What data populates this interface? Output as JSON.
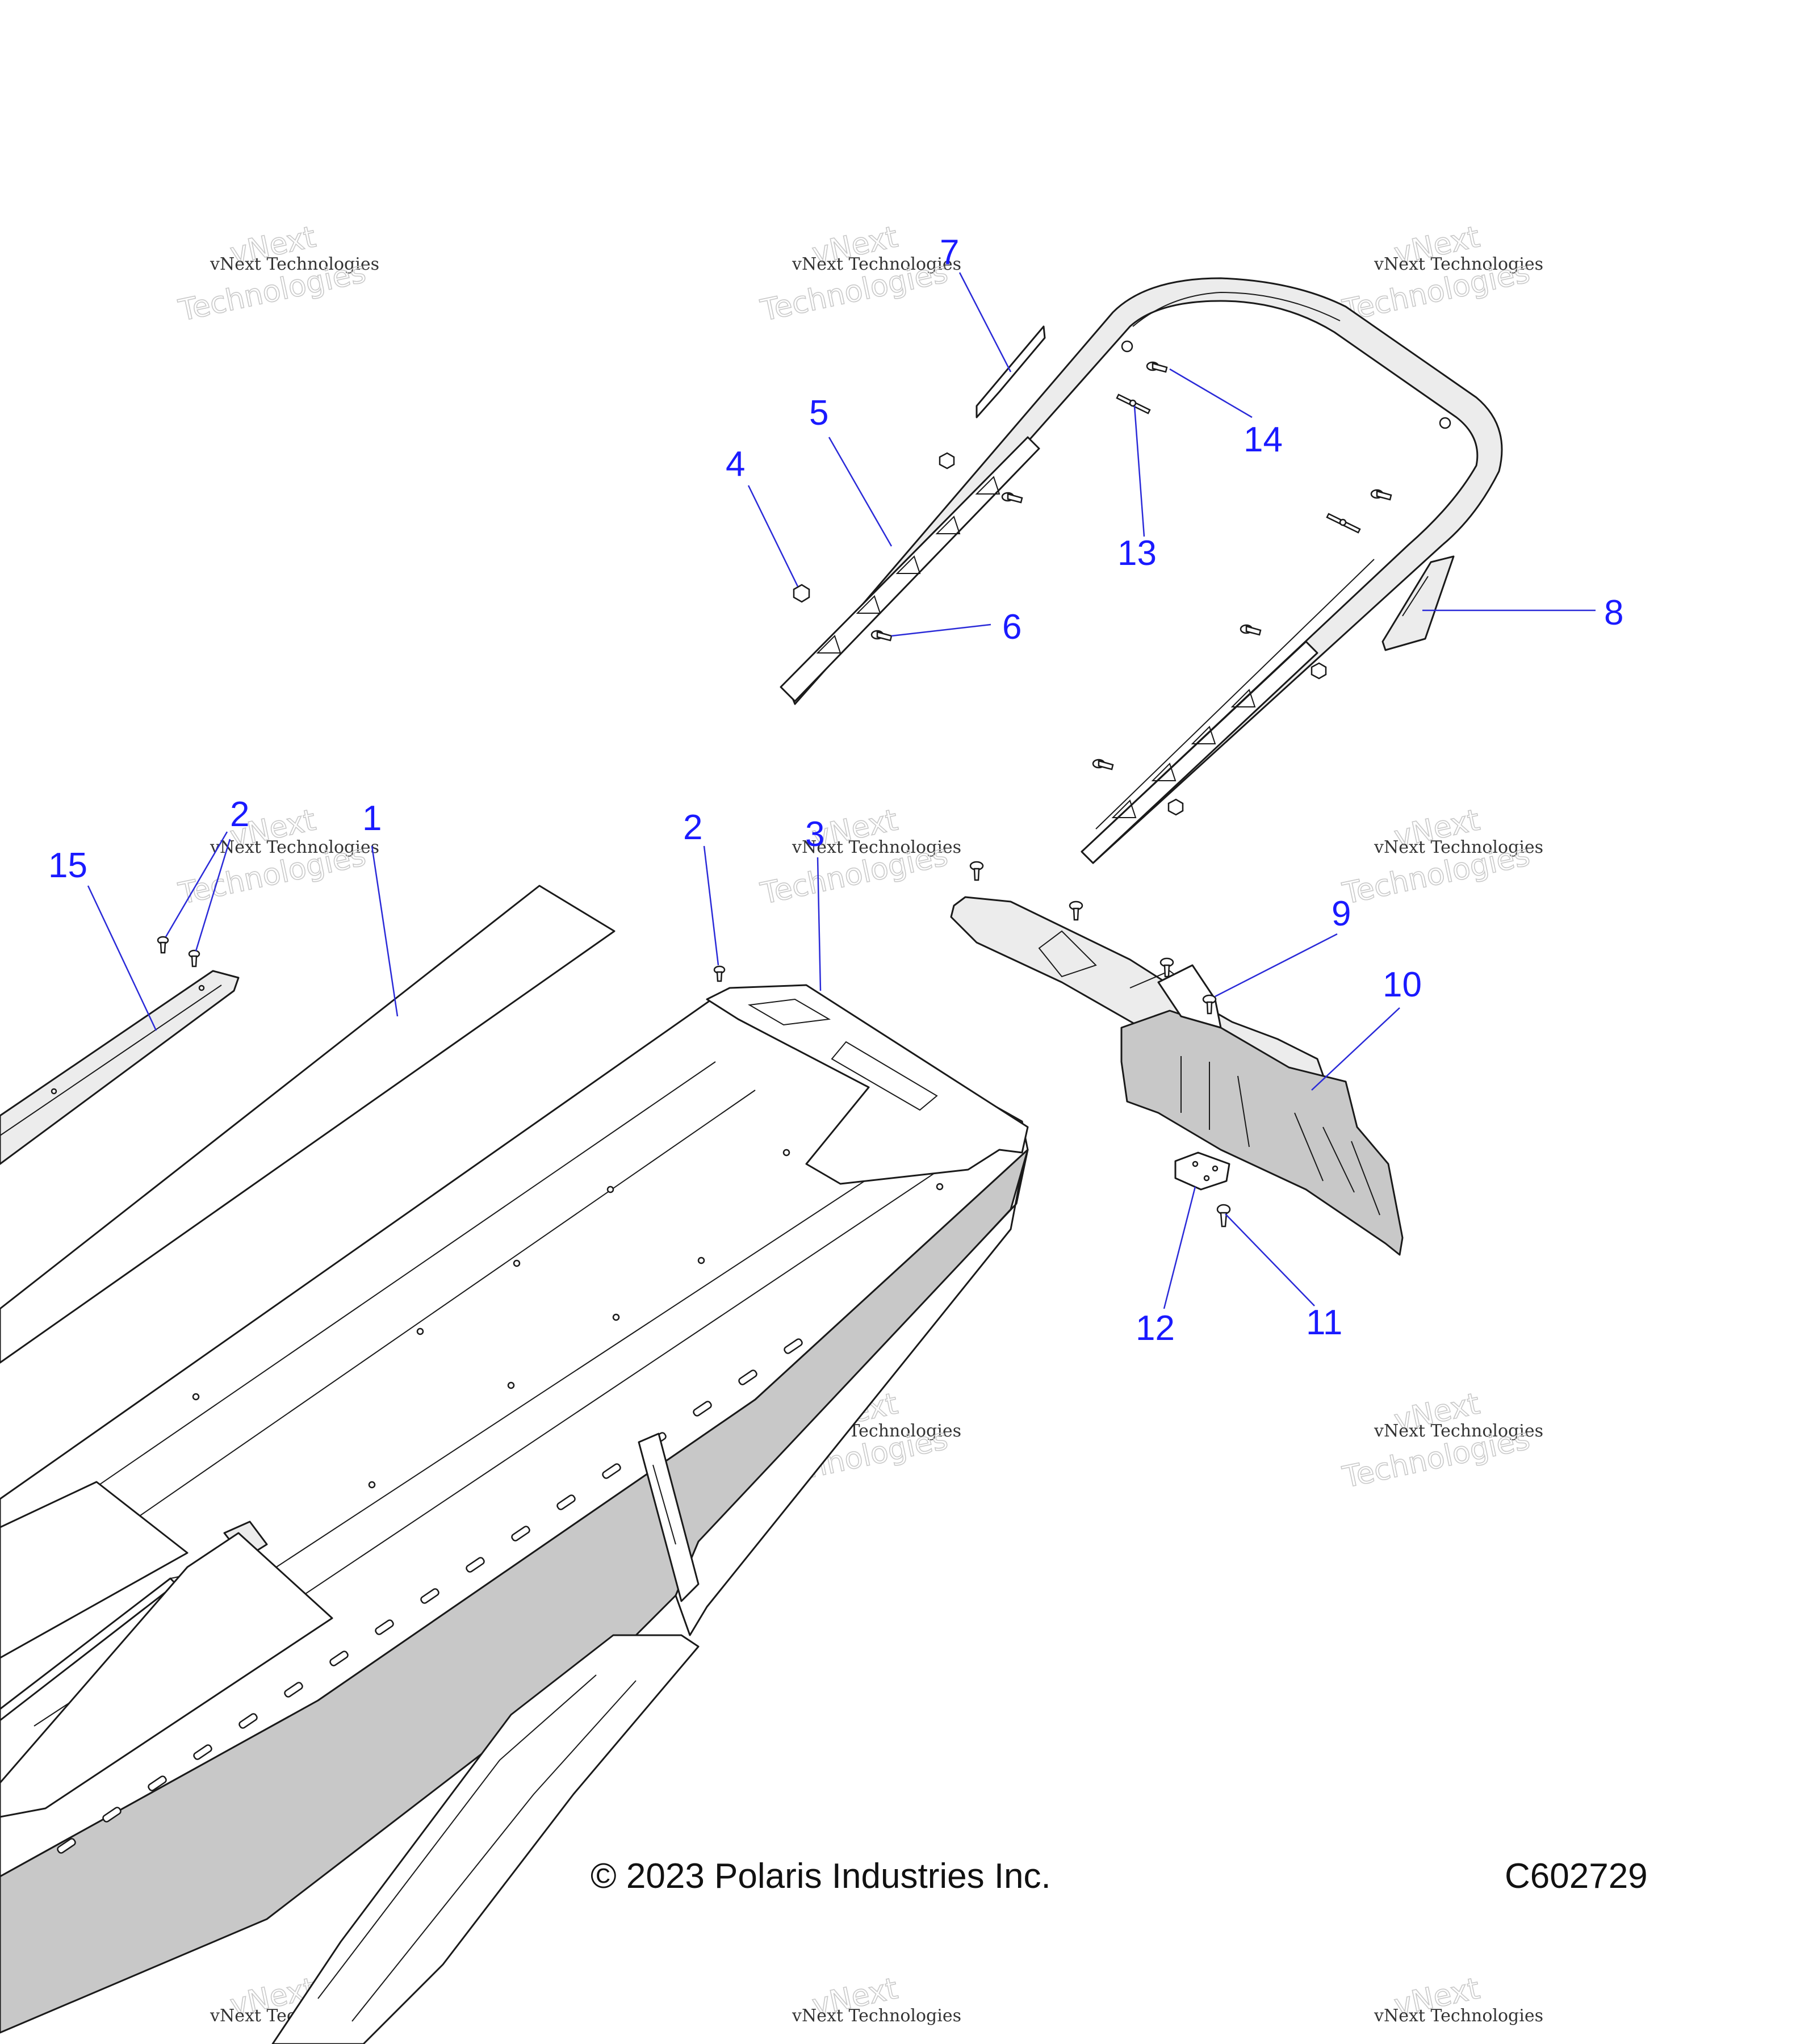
{
  "callouts": [
    {
      "id": "1",
      "label": "1"
    },
    {
      "id": "2",
      "label": "2"
    },
    {
      "id": "3",
      "label": "3"
    },
    {
      "id": "4",
      "label": "4"
    },
    {
      "id": "5",
      "label": "5"
    },
    {
      "id": "6",
      "label": "6"
    },
    {
      "id": "7",
      "label": "7"
    },
    {
      "id": "8",
      "label": "8"
    },
    {
      "id": "9",
      "label": "9"
    },
    {
      "id": "10",
      "label": "10"
    },
    {
      "id": "11",
      "label": "11"
    },
    {
      "id": "12",
      "label": "12"
    },
    {
      "id": "13",
      "label": "13"
    },
    {
      "id": "14",
      "label": "14"
    },
    {
      "id": "15",
      "label": "15"
    }
  ],
  "watermark": {
    "line1": "vNext Technologies",
    "word1": "vNext",
    "word2": "Technologies"
  },
  "footer": {
    "copyright": "© 2023 Polaris Industries Inc.",
    "diagram_code": "C602729"
  },
  "colors": {
    "callout": "#1a1aff",
    "line": "#1a1a1a",
    "tunnel_shade": "#c8c8c8"
  }
}
